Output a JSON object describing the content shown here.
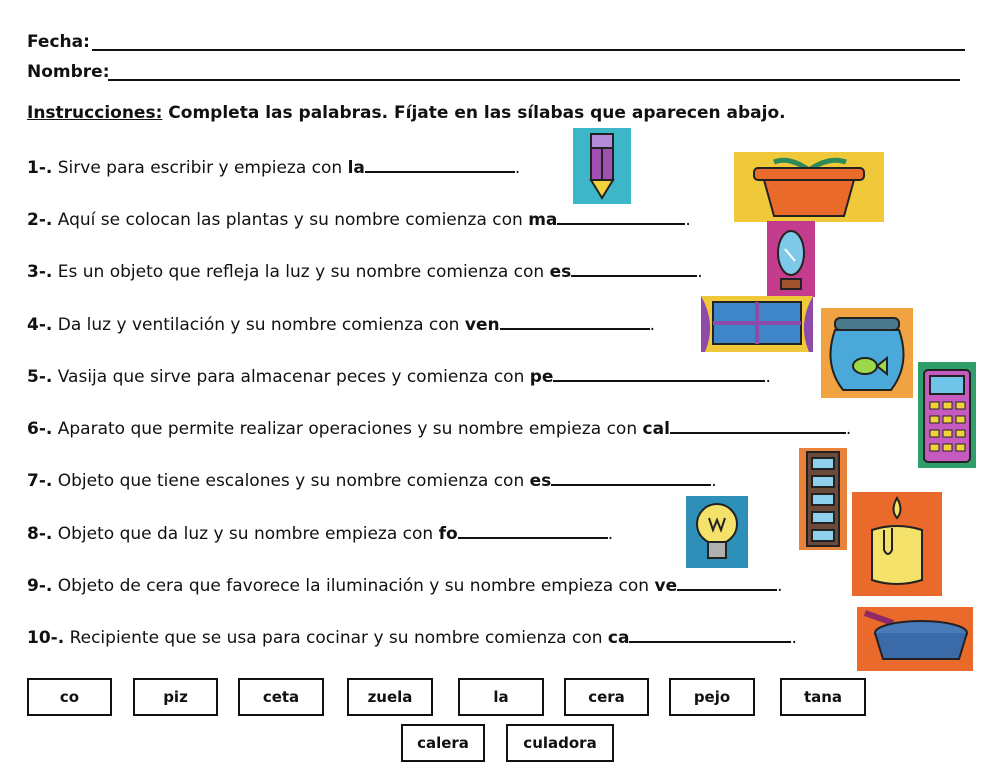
{
  "header": {
    "fecha_label": "Fecha:",
    "nombre_label": "Nombre:"
  },
  "instructions": {
    "label": "Instrucciones:",
    "text": "Completa las palabras. Fíjate en las sílabas que aparecen abajo."
  },
  "questions": [
    {
      "num": "1-.",
      "text": "Sirve para escribir y empieza con ",
      "prefix": "la",
      "end": "."
    },
    {
      "num": "2-.",
      "text": "Aquí se colocan las plantas y su nombre comienza con ",
      "prefix": "ma",
      "end": "."
    },
    {
      "num": "3-.",
      "text": "Es un objeto que refleja la luz y su nombre comienza con ",
      "prefix": "es",
      "end": "."
    },
    {
      "num": "4-.",
      "text": "Da luz y ventilación y su nombre comienza con ",
      "prefix": "ven",
      "end": "."
    },
    {
      "num": "5-.",
      "text": "Vasija que sirve para almacenar peces y comienza con ",
      "prefix": "pe",
      "end": "."
    },
    {
      "num": "6-.",
      "text": "Aparato que permite realizar operaciones y su nombre empieza con ",
      "prefix": "cal",
      "end": "."
    },
    {
      "num": "7-.",
      "text": "Objeto que tiene escalones y su nombre comienza con ",
      "prefix": "es",
      "end": "."
    },
    {
      "num": "8-.",
      "text": "Objeto que da luz y su nombre empieza con ",
      "prefix": "fo",
      "end": "."
    },
    {
      "num": "9-.",
      "text": "Objeto de cera que favorece la iluminación y su nombre empieza con ",
      "prefix": "ve",
      "end": "."
    },
    {
      "num": "10-.",
      "text": "Recipiente que se usa para cocinar y su nombre comienza con ",
      "prefix": "ca",
      "end": "."
    }
  ],
  "syllables": [
    "co",
    "piz",
    "ceta",
    "zuela",
    "la",
    "cera",
    "pejo",
    "tana",
    "calera",
    "culadora"
  ],
  "pictures": [
    "pencil-picture",
    "flowerpot-picture",
    "mirror-picture",
    "window-picture",
    "fishbowl-picture",
    "calculator-picture",
    "ladder-picture",
    "lightbulb-picture",
    "candle-picture",
    "pan-picture"
  ]
}
